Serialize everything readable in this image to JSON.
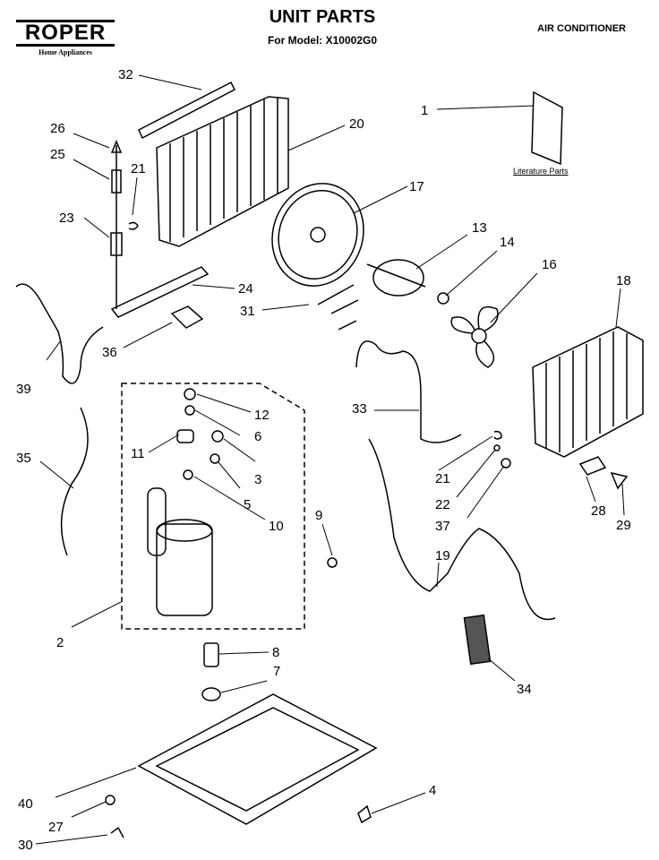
{
  "header": {
    "brand": "ROPER",
    "brand_tagline": "Home Appliances",
    "title": "UNIT PARTS",
    "model_line": "For Model: X10002G0",
    "category": "AIR CONDITIONER"
  },
  "literature_label": "Literature Parts",
  "callouts": [
    "1",
    "2",
    "3",
    "4",
    "5",
    "6",
    "7",
    "8",
    "9",
    "10",
    "11",
    "12",
    "13",
    "14",
    "16",
    "17",
    "18",
    "19",
    "20",
    "21",
    "21",
    "22",
    "23",
    "24",
    "25",
    "26",
    "27",
    "28",
    "29",
    "30",
    "31",
    "32",
    "33",
    "34",
    "35",
    "36",
    "37",
    "39",
    "40"
  ]
}
